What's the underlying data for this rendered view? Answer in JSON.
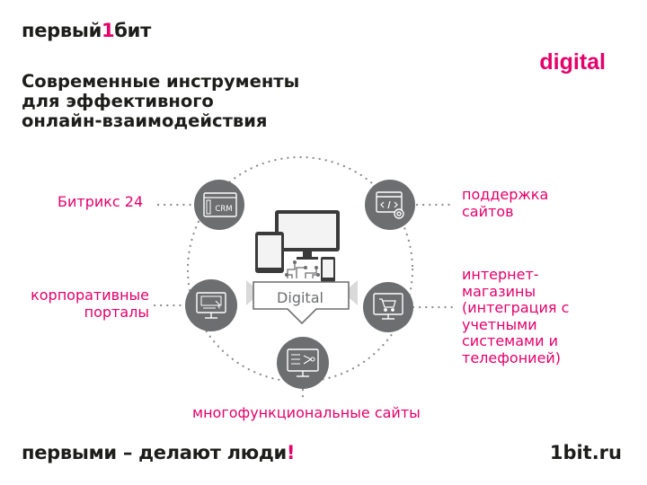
{
  "header": {
    "logo_text": "первый",
    "logo_dot": "1",
    "logo_text2": "бит",
    "brand": "digital"
  },
  "title": {
    "line1": "Современные инструменты",
    "line2": "для эффективного",
    "line3": "онлайн-взаимодействия"
  },
  "center": {
    "label": "Digital",
    "icon": "devices-icon"
  },
  "nodes": {
    "crm": {
      "label": "Битрикс 24",
      "icon_text": "CRM",
      "icon": "crm-window-icon"
    },
    "support": {
      "lines": [
        "поддержка",
        "сайтов"
      ],
      "icon": "code-gear-icon"
    },
    "portals": {
      "lines": [
        "корпоративные",
        "порталы"
      ],
      "icon": "monitor-portal-icon"
    },
    "shops": {
      "lines": [
        "интернет-",
        "магазины",
        "(интеграция с",
        "учетными",
        "системами и",
        "телефонией)"
      ],
      "icon": "cart-monitor-icon"
    },
    "sites": {
      "label": "многофункциональные сайты",
      "icon": "website-monitor-icon"
    }
  },
  "footer": {
    "slogan": "первыми – делают люди",
    "slogan_mark": "!",
    "site": "1bit.ru"
  },
  "colors": {
    "accent": "#e5006a",
    "node": "#6d6e70",
    "text": "#1d1d1b"
  }
}
